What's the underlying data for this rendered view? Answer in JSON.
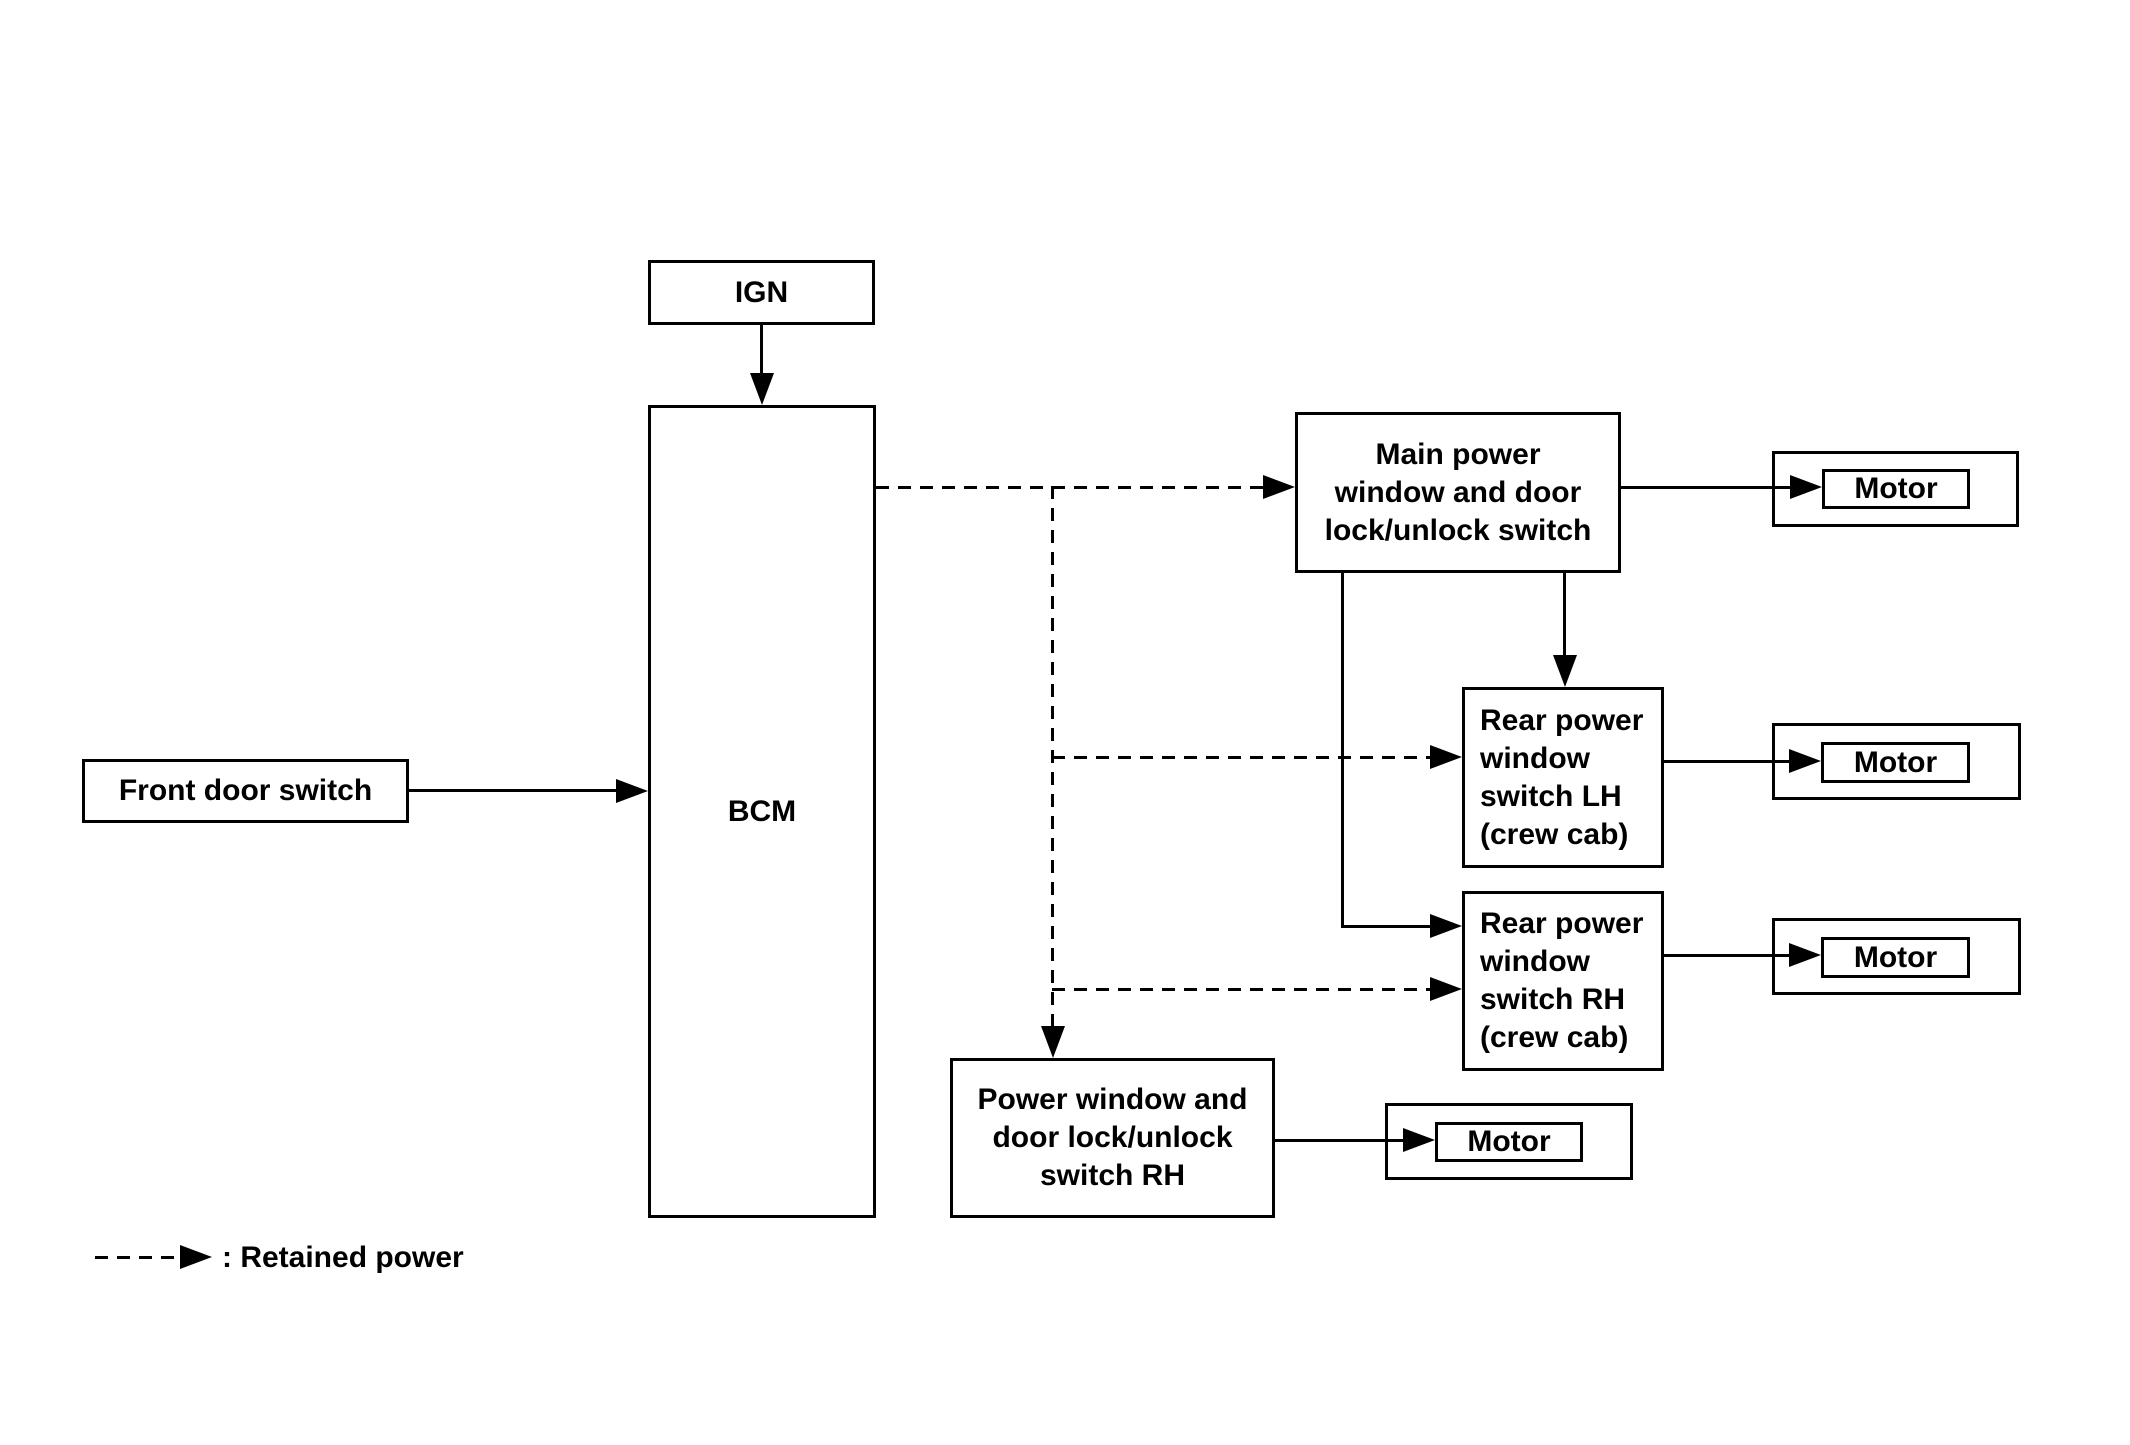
{
  "diagram": {
    "title_hint": "Power window system block diagram",
    "boxes": {
      "ign": "IGN",
      "bcm": "BCM",
      "front_door_switch": "Front door switch",
      "main_switch": "Main power\nwindow and door\nlock/unlock switch",
      "rear_switch_lh": "Rear power\nwindow\nswitch LH\n(crew cab)",
      "rear_switch_rh": "Rear power\nwindow\nswitch RH\n(crew cab)",
      "power_window_switch_rh": "Power window and\ndoor lock/unlock\nswitch RH",
      "motor": "Motor"
    },
    "legend": {
      "label": ": Retained power"
    },
    "colors": {
      "line": "#000000",
      "background": "#ffffff",
      "text": "#000000"
    }
  }
}
